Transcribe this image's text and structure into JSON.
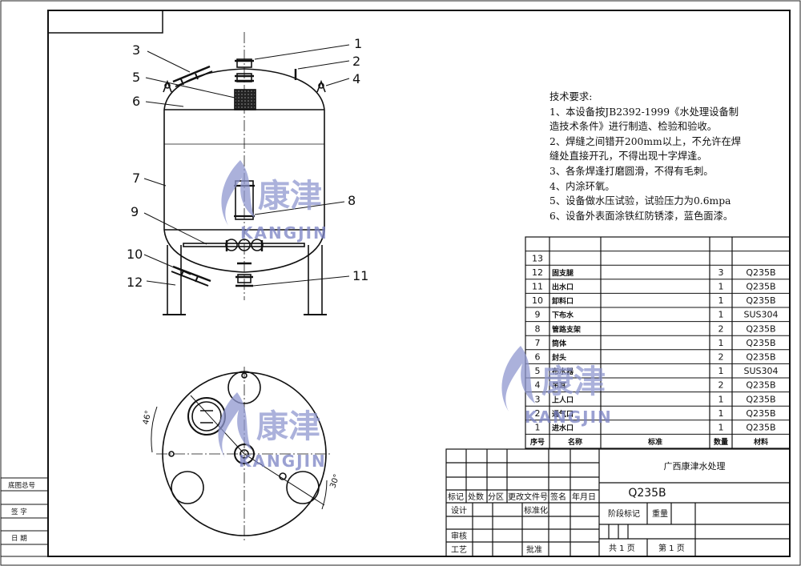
{
  "callouts": [
    "1",
    "2",
    "3",
    "4",
    "5",
    "6",
    "7",
    "8",
    "9",
    "10",
    "11",
    "12"
  ],
  "angles": {
    "left": "46°",
    "right": "30°"
  },
  "tech_requirements": {
    "title": "技术要求:",
    "lines": [
      "1、本设备按JB2392-1999《水处理设备制",
      "造技术条件》进行制造、检验和验收。",
      "2、焊缝之间错开200mm以上，不允许在焊",
      "缝处直接开孔，不得出现十字焊逢。",
      "3、各条焊逢打磨圆滑，不得有毛刺。",
      "4、内涂环氧。",
      "5、设备做水压试验，试验压力为0.6mpa",
      "6、设备外表面涂铁红防锈漆，蓝色面漆。"
    ]
  },
  "bom": {
    "headers": [
      "序号",
      "名称",
      "标准",
      "数量",
      "材料"
    ],
    "rows": [
      {
        "no": "13",
        "name": "",
        "qty": "",
        "material": ""
      },
      {
        "no": "12",
        "name": "固支腿",
        "qty": "3",
        "material": "Q235B"
      },
      {
        "no": "11",
        "name": "出水口",
        "qty": "1",
        "material": "Q235B"
      },
      {
        "no": "10",
        "name": "卸料口",
        "qty": "1",
        "material": "Q235B"
      },
      {
        "no": "9",
        "name": "下布水",
        "qty": "1",
        "material": "SUS304"
      },
      {
        "no": "8",
        "name": "管路支架",
        "qty": "2",
        "material": "Q235B"
      },
      {
        "no": "7",
        "name": "筒体",
        "qty": "1",
        "material": "Q235B"
      },
      {
        "no": "6",
        "name": "封头",
        "qty": "2",
        "material": "Q235B"
      },
      {
        "no": "5",
        "name": "布水器",
        "qty": "1",
        "material": "SUS304"
      },
      {
        "no": "4",
        "name": "吊耳",
        "qty": "2",
        "material": "Q235B"
      },
      {
        "no": "3",
        "name": "上人口",
        "qty": "1",
        "material": "Q235B"
      },
      {
        "no": "2",
        "name": "通气口",
        "qty": "1",
        "material": "Q235B"
      },
      {
        "no": "1",
        "name": "进水口",
        "qty": "1",
        "material": "Q235B"
      }
    ]
  },
  "title_block": {
    "company": "广西康津水处理",
    "material": "Q235B",
    "rev_headers": [
      "标记",
      "处数",
      "分区",
      "更改文件号",
      "签名",
      "年月日"
    ],
    "design": "设计",
    "standardization": "标准化",
    "stage_mark": "阶段标记",
    "weight": "重量",
    "review": "审核",
    "process": "工艺",
    "approve": "批准",
    "total_pages": "共 1 页",
    "page_no": "第 1 页"
  },
  "side_labels": [
    "底图总号",
    "签 字",
    "日 期"
  ],
  "watermark": {
    "cn": "康津",
    "en": "KANGJIN"
  },
  "colors": {
    "line": "#111111",
    "watermark": "#8f97cf",
    "watermark_dark": "#5a63b3"
  }
}
